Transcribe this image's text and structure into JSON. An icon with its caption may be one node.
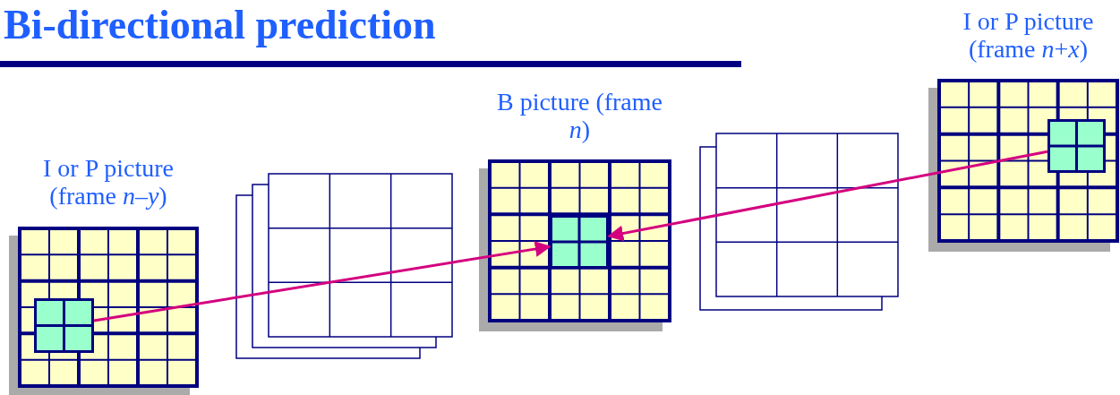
{
  "diagram": {
    "title": "Bi-directional prediction",
    "nodes": [
      {
        "text": [
          "I or P picture (frame *n*–*y*)"
        ]
      },
      {
        "text": [],
        "shape": "box",
        "in": 0
      },
      {
        "text": [
          "B picture (frame *n*)"
        ]
      },
      {
        "text": [],
        "shape": "box",
        "in": 2
      },
      {
        "text": [
          "I or P picture (frame *n*+*x*)"
        ]
      },
      {
        "text": [],
        "shape": "box",
        "in": 4
      }
    ],
    "edges": [
      {
        "from": 1,
        "to": 3,
        "arrow": "to"
      },
      {
        "from": 5,
        "to": 3,
        "arrow": "to"
      }
    ]
  }
}
